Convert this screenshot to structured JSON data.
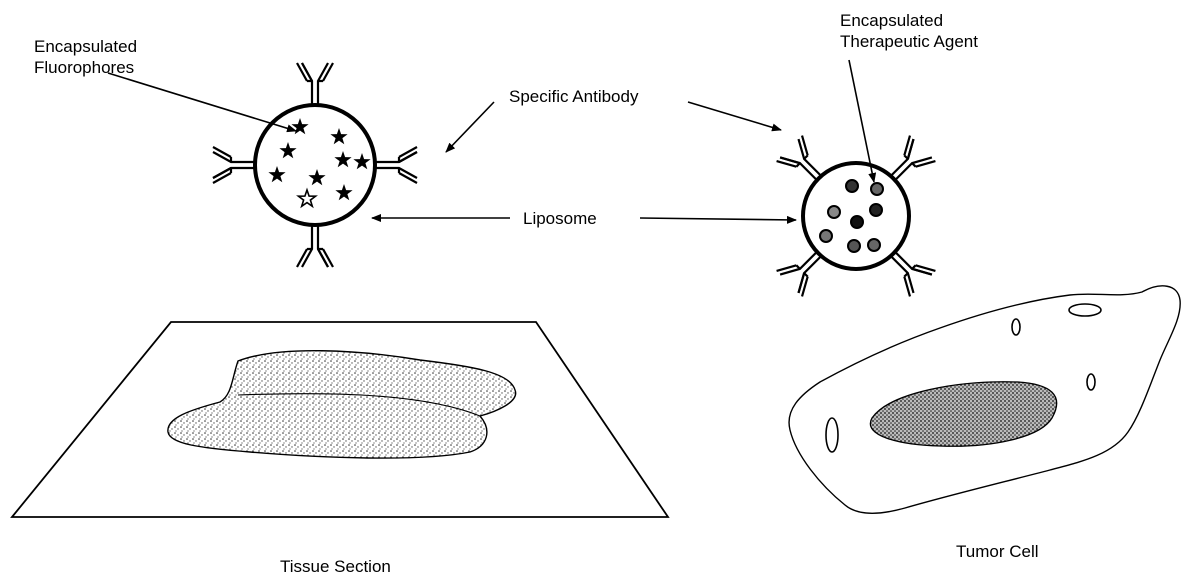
{
  "labels": {
    "fluorophores_line1": "Encapsulated",
    "fluorophores_line2": "Fluorophores",
    "therapeutic_line1": "Encapsulated",
    "therapeutic_line2": "Therapeutic Agent",
    "antibody": "Specific Antibody",
    "liposome": "Liposome",
    "tissue_section": "Tissue Section",
    "tumor_cell": "Tumor Cell"
  },
  "colors": {
    "ink": "#000000",
    "stipple": "#555555",
    "background": "#ffffff"
  }
}
